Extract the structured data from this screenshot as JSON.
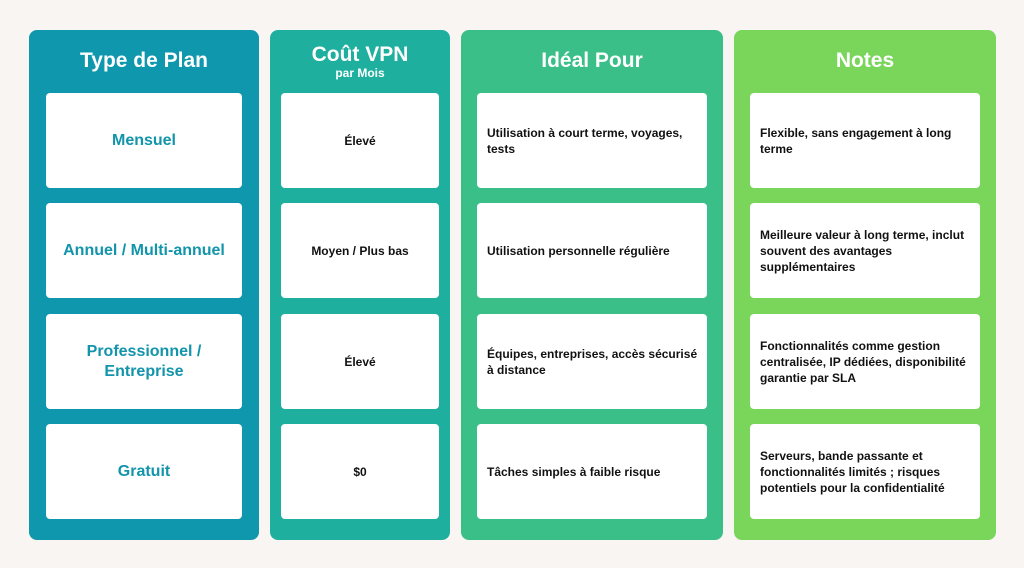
{
  "columns": [
    {
      "title": "Type de Plan",
      "subtitle": ""
    },
    {
      "title": "Coût VPN",
      "subtitle": "par Mois"
    },
    {
      "title": "Idéal Pour",
      "subtitle": ""
    },
    {
      "title": "Notes",
      "subtitle": ""
    }
  ],
  "rows": [
    {
      "plan": "Mensuel",
      "cost": "Élevé",
      "ideal": "Utilisation à court terme, voyages, tests",
      "notes": "Flexible, sans engagement à long terme"
    },
    {
      "plan": "Annuel / Multi-annuel",
      "cost": "Moyen / Plus bas",
      "ideal": "Utilisation personnelle régulière",
      "notes": "Meilleure valeur à long terme, inclut souvent des avantages supplémentaires"
    },
    {
      "plan": "Professionnel / Entreprise",
      "cost": "Élevé",
      "ideal": "Équipes, entreprises, accès sécurisé à distance",
      "notes": "Fonctionnalités comme gestion centralisée, IP dédiées, disponibilité garantie par SLA"
    },
    {
      "plan": "Gratuit",
      "cost": "$0",
      "ideal": "Tâches simples à faible risque",
      "notes": "Serveurs, bande passante et fonctionnalités limités ; risques potentiels pour la confidentialité"
    }
  ],
  "colors": {
    "background": "#f8f5f3",
    "column_plan": "#0e97ad",
    "column_cost": "#1faf9e",
    "column_ideal": "#3abf88",
    "column_notes": "#79d65a",
    "plan_text": "#1294ab"
  }
}
